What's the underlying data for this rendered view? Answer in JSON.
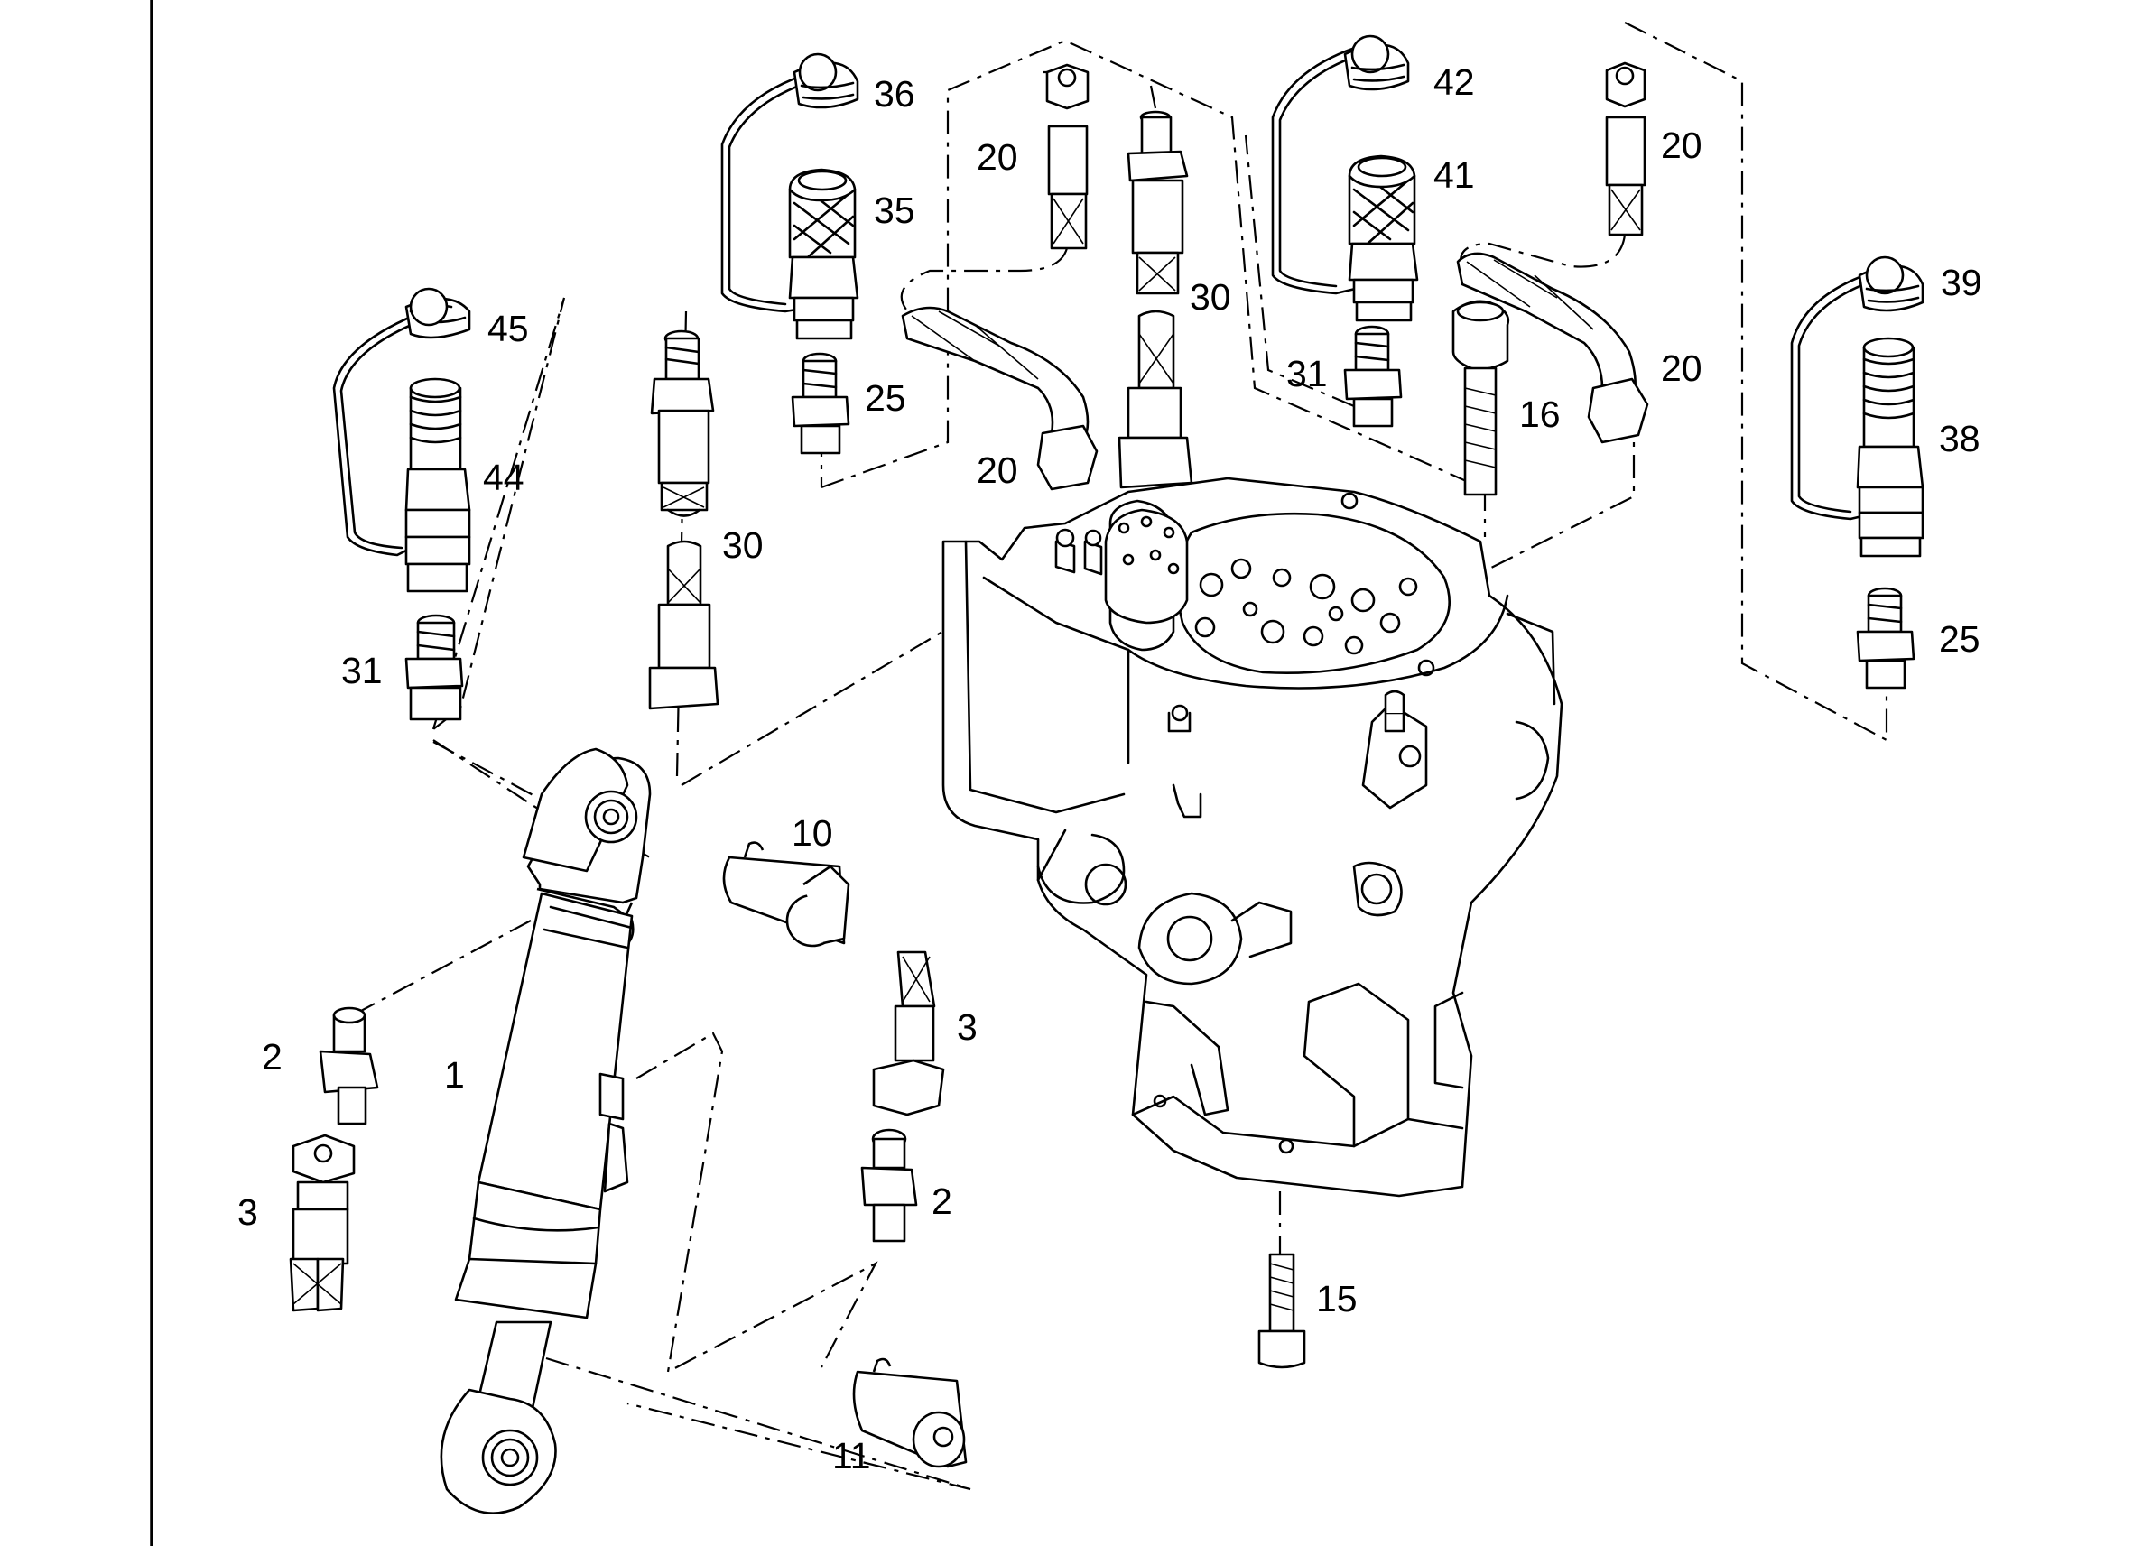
{
  "diagram": {
    "callouts": {
      "c1": "1",
      "c2a": "2",
      "c2b": "2",
      "c3a": "3",
      "c3b": "3",
      "c10": "10",
      "c11": "11",
      "c15": "15",
      "c16": "16",
      "c20a": "20",
      "c20b": "20",
      "c20c": "20",
      "c20d": "20",
      "c25a": "25",
      "c25b": "25",
      "c30a": "30",
      "c30b": "30",
      "c31a": "31",
      "c31b": "31",
      "c35": "35",
      "c36": "36",
      "c38": "38",
      "c39": "39",
      "c41": "41",
      "c42": "42",
      "c44": "44",
      "c45": "45"
    }
  }
}
